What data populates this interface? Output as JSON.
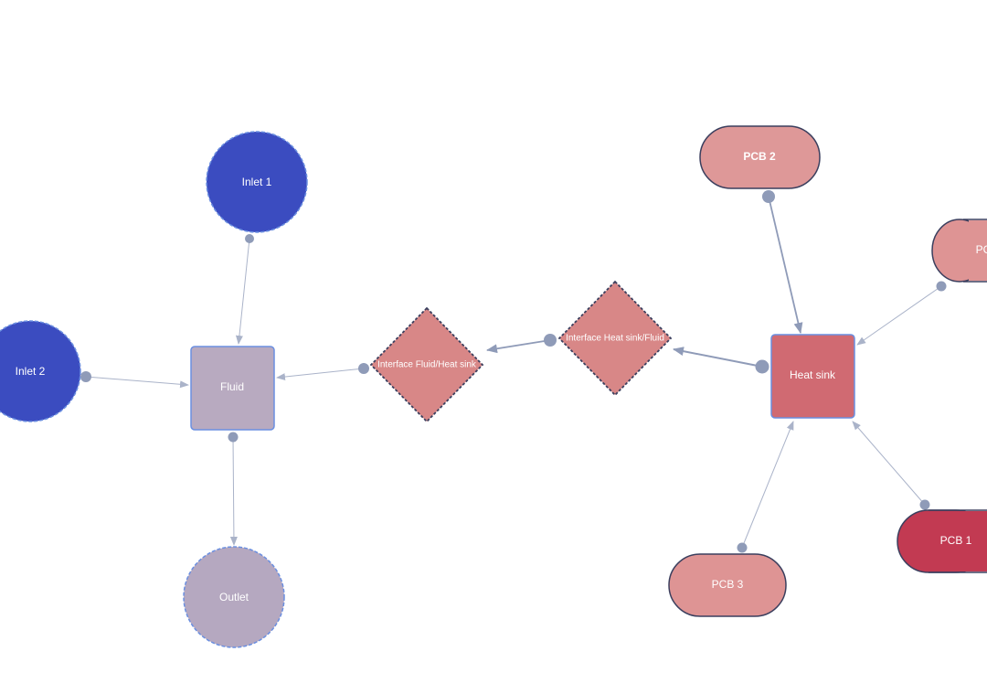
{
  "nodes": {
    "inlet1": {
      "label": "Inlet 1",
      "color": "#3b4cc0"
    },
    "inlet2": {
      "label": "Inlet 2",
      "color": "#3b4cc0"
    },
    "fluid": {
      "label": "Fluid",
      "color": "#b8aac0"
    },
    "outlet": {
      "label": "Outlet",
      "color": "#b5a8c0"
    },
    "iface_fluid_hs": {
      "label": "Interface Fluid/Heat sink",
      "color": "#d88787"
    },
    "iface_hs_fluid": {
      "label": "Interface Heat sink/Fluid",
      "color": "#d88787"
    },
    "heatsink": {
      "label": "Heat sink",
      "color": "#d06a72"
    },
    "pcb1": {
      "label": "PCB 1",
      "color": "#c23a52"
    },
    "pcb2": {
      "label": "PCB 2",
      "color": "#de9898"
    },
    "pcb3": {
      "label": "PCB 3",
      "color": "#de9494"
    },
    "pcb4": {
      "label": "PC",
      "color": "#de9494"
    }
  },
  "edges": [
    {
      "from": "inlet1",
      "to": "fluid"
    },
    {
      "from": "inlet2",
      "to": "fluid"
    },
    {
      "from": "iface_fluid_hs",
      "to": "fluid"
    },
    {
      "from": "fluid",
      "to": "outlet"
    },
    {
      "from": "iface_hs_fluid",
      "to": "iface_fluid_hs"
    },
    {
      "from": "heatsink",
      "to": "iface_hs_fluid"
    },
    {
      "from": "pcb2",
      "to": "heatsink"
    },
    {
      "from": "pcb4",
      "to": "heatsink"
    },
    {
      "from": "pcb3",
      "to": "heatsink"
    },
    {
      "from": "pcb1",
      "to": "heatsink"
    }
  ],
  "colors": {
    "edge": "#8f9bb8",
    "edge_light": "#aab3c9",
    "border_blue": "#6b8fe0",
    "border_dark": "#3b3f5e"
  }
}
